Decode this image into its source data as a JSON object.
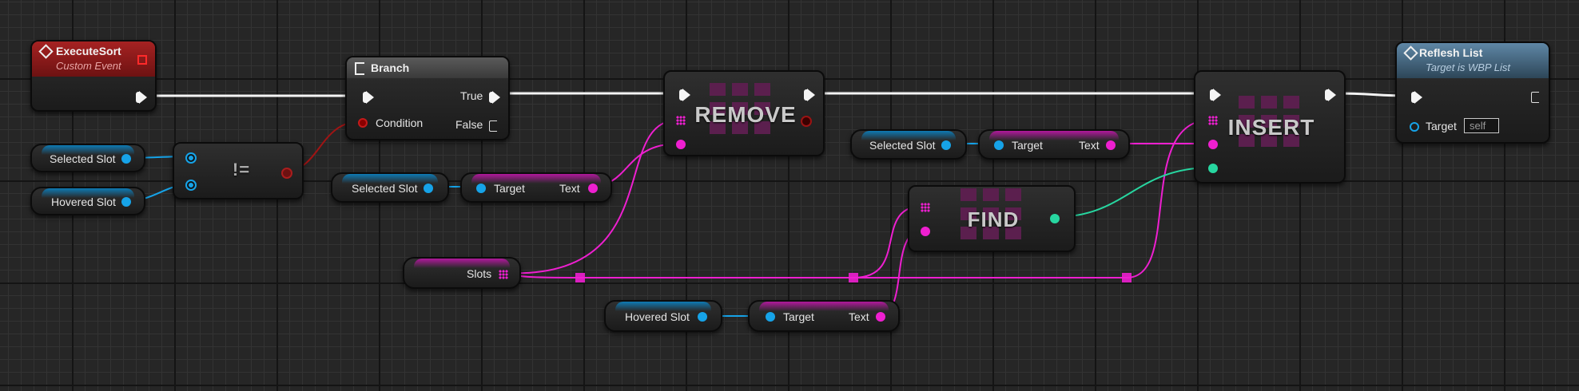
{
  "nodes": {
    "execute_sort": {
      "title": "ExecuteSort",
      "subtitle": "Custom Event"
    },
    "branch": {
      "title": "Branch",
      "true_label": "True",
      "false_label": "False",
      "condition_label": "Condition"
    },
    "not_equal": {
      "operator": "!="
    },
    "remove": {
      "title": "REMOVE"
    },
    "insert": {
      "title": "INSERT"
    },
    "find": {
      "title": "FIND"
    },
    "reflesh_list": {
      "title": "Reflesh List",
      "subtitle": "Target is WBP List",
      "target_label": "Target",
      "target_value": "self"
    }
  },
  "variables": {
    "selected_slot_1": "Selected Slot",
    "hovered_slot_1": "Hovered Slot",
    "selected_slot_2": "Selected Slot",
    "selected_slot_3": "Selected Slot",
    "hovered_slot_2": "Hovered Slot",
    "slots": "Slots"
  },
  "getters": {
    "getter_1": {
      "target": "Target",
      "text": "Text"
    },
    "getter_2": {
      "target": "Target",
      "text": "Text"
    },
    "getter_3": {
      "target": "Target",
      "text": "Text"
    }
  },
  "colors": {
    "exec": "#f4f4f4",
    "object_pin": "#16a3e8",
    "array_pin": "#ee1fd0",
    "integer_pin": "#27d6a0",
    "event_header": "#8e1b1b",
    "function_header": "#4d6f8b"
  }
}
